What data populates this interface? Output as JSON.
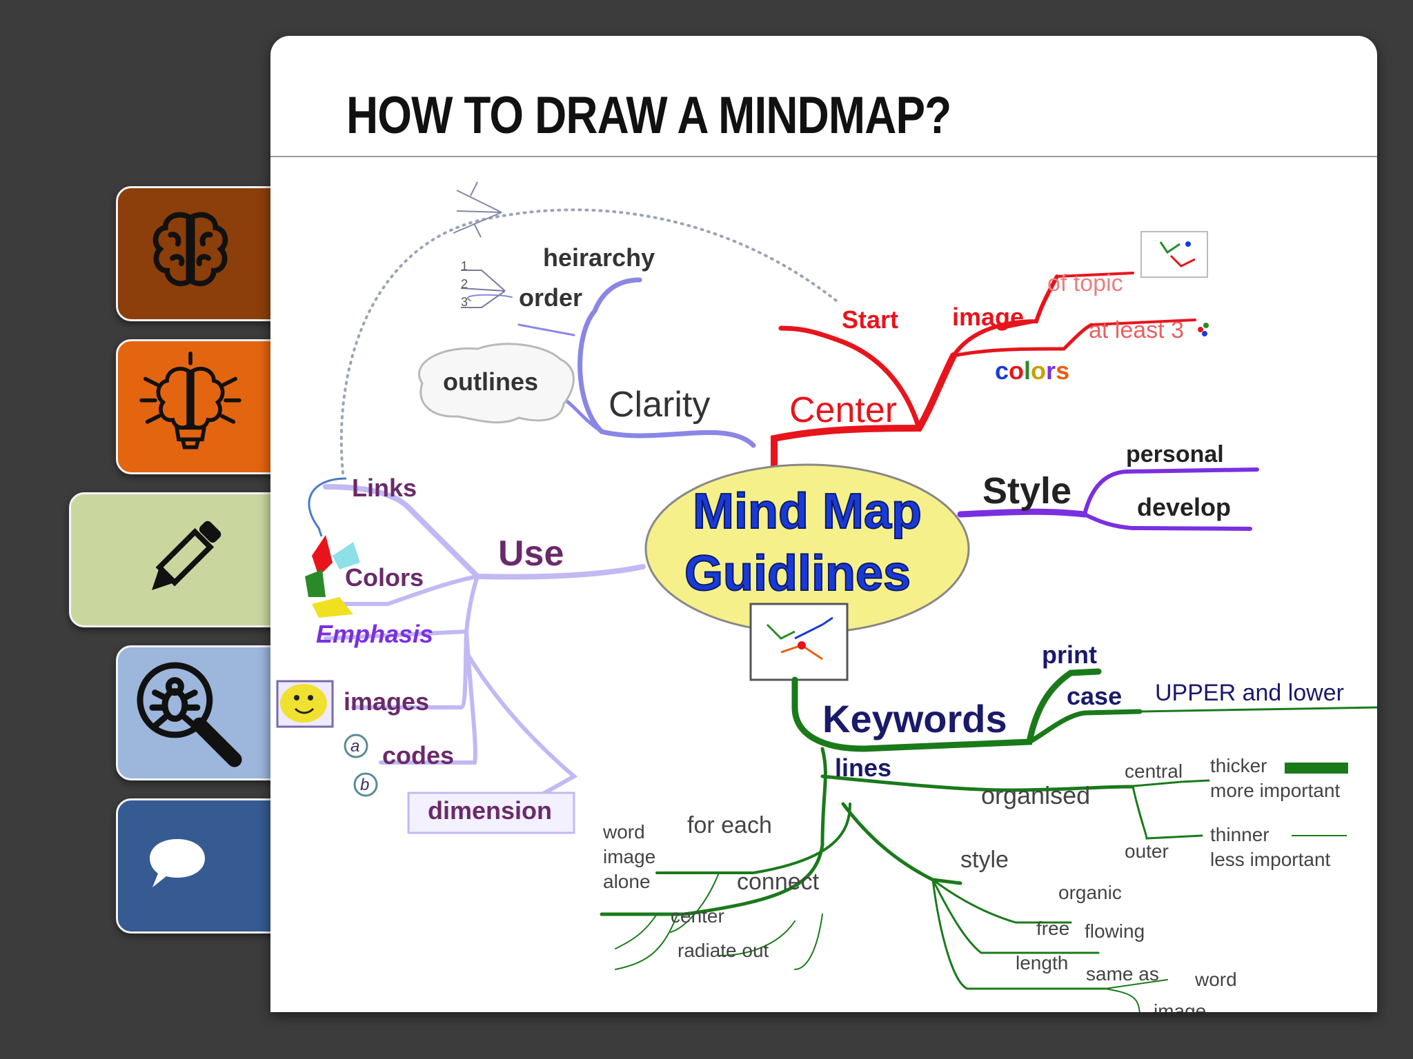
{
  "slide": {
    "title": "HOW TO DRAW A MINDMAP?"
  },
  "sidebar": {
    "tabs": [
      {
        "name": "brain-tab",
        "icon": "brain-icon",
        "color": "#8c3f0a"
      },
      {
        "name": "idea-tab",
        "icon": "lightbulb-brain-icon",
        "color": "#e4650f"
      },
      {
        "name": "edit-tab",
        "icon": "pencil-icon",
        "color": "#c9d79f",
        "active": true
      },
      {
        "name": "debug-tab",
        "icon": "bug-magnifier-icon",
        "color": "#9cb6dc"
      },
      {
        "name": "chat-tab",
        "icon": "speech-bubble-icon",
        "color": "#365a92"
      }
    ]
  },
  "mindmap": {
    "center": {
      "line1": "Mind Map",
      "line2": "Guidlines"
    },
    "clarity": {
      "label": "Clarity",
      "heirarchy": "heirarchy",
      "order": "order",
      "outlines": "outlines",
      "n1": "1",
      "n2": "2",
      "n3": "3"
    },
    "center_branch": {
      "label": "Center",
      "start": "Start",
      "image": "image",
      "of_topic": "of topic",
      "at_least": "at least 3",
      "colors": "colors"
    },
    "style_branch": {
      "label": "Style",
      "personal": "personal",
      "develop": "develop"
    },
    "use": {
      "label": "Use",
      "links": "Links",
      "colors": "Colors",
      "emphasis": "Emphasis",
      "images": "images",
      "codes": "codes",
      "code_a": "a",
      "code_b": "b",
      "dimension": "dimension"
    },
    "keywords": {
      "label": "Keywords",
      "print": "print",
      "case": "case",
      "upper_lower": "UPPER and lower"
    },
    "lines": {
      "label": "lines",
      "organised": "organised",
      "central": "central",
      "outer": "outer",
      "thicker": "thicker",
      "more_important": "more important",
      "thinner": "thinner",
      "less_important": "less important",
      "style": "style",
      "organic": "organic",
      "free": "free",
      "flowing": "flowing",
      "length": "length",
      "same_as": "same as",
      "word": "word",
      "image": "image",
      "for_each": "for each",
      "word2": "word",
      "image2": "image",
      "alone": "alone",
      "connect": "connect",
      "center": "center",
      "radiate_out": "radiate out"
    },
    "colors": {
      "clarity": "#8a86e6",
      "center": "#e8141c",
      "style": "#7a2fe0",
      "use": "#c2b8f4",
      "keywords": "#1a7a1a",
      "center_text": "#1a3ad6",
      "ellipse": "#f6f08a"
    }
  }
}
